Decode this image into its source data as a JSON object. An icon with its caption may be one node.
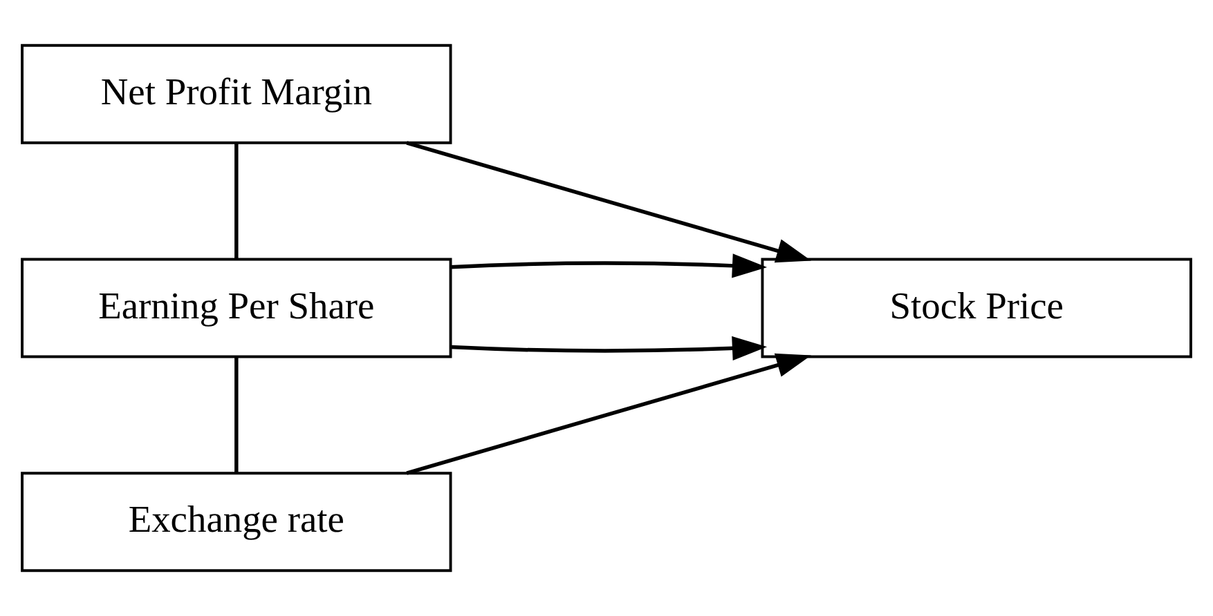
{
  "diagram": {
    "nodes": [
      {
        "text": [
          "Net Profit Margin"
        ]
      },
      {
        "text": [
          "Earning Per Share"
        ]
      },
      {
        "text": [
          "Exchange rate"
        ]
      },
      {
        "text": [
          "Stock Price"
        ]
      }
    ],
    "edges": [
      {
        "from": 0,
        "to": 3,
        "arrow": "to"
      },
      {
        "from": 1,
        "to": 3,
        "arrow": "to"
      },
      {
        "from": 2,
        "to": 3,
        "arrow": "to"
      },
      {
        "from": 0,
        "to": 1,
        "arrow": "none"
      },
      {
        "from": 1,
        "to": 2,
        "arrow": "none"
      },
      {
        "from": 1,
        "to": 3,
        "arrow": "to"
      }
    ]
  }
}
